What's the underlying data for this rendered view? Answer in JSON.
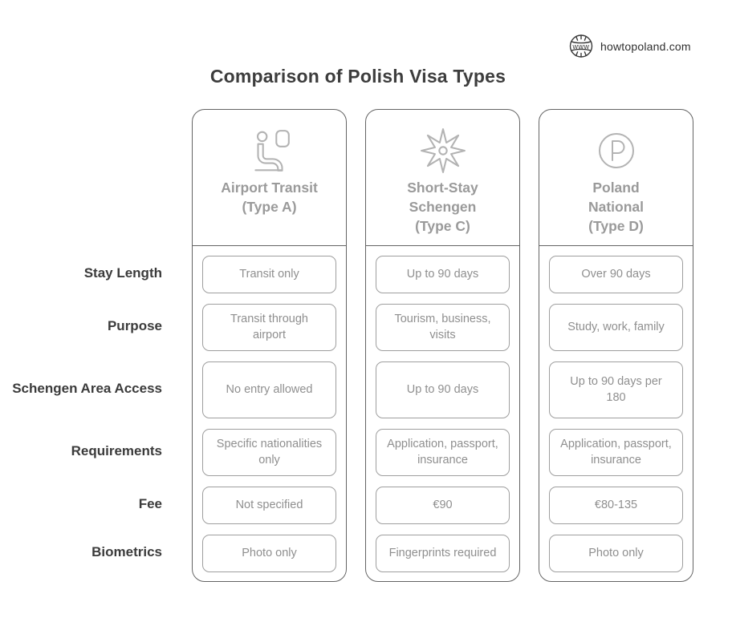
{
  "logo": {
    "icon": "globe-www-icon",
    "text": "howtopoland.com"
  },
  "title": "Comparison of Polish Visa Types",
  "colors": {
    "title_text": "#3d3d3d",
    "row_label_text": "#3b3b3b",
    "column_title_text": "#9a9a9a",
    "cell_text": "#8f8f8f",
    "card_border": "#646464",
    "cell_border": "#9e9e9e",
    "icon_stroke": "#b3b3b3",
    "background": "#ffffff"
  },
  "rows": [
    {
      "label": "Stay Length"
    },
    {
      "label": "Purpose"
    },
    {
      "label": "Schengen Area Access"
    },
    {
      "label": "Requirements"
    },
    {
      "label": "Fee"
    },
    {
      "label": "Biometrics"
    }
  ],
  "columns": [
    {
      "icon": "airplane-seat-icon",
      "title_lines": [
        "Airport Transit",
        "(Type A)",
        ""
      ],
      "cells": [
        "Transit only",
        "Transit through airport",
        "No entry allowed",
        "Specific nationalities only",
        "Not specified",
        "Photo only"
      ]
    },
    {
      "icon": "schengen-star-icon",
      "title_lines": [
        "Short-Stay",
        "Schengen",
        "(Type C)"
      ],
      "cells": [
        "Up to 90 days",
        "Tourism, business, visits",
        "Up to 90 days",
        "Application, passport, insurance",
        "€90",
        "Fingerprints required"
      ]
    },
    {
      "icon": "poland-p-circle-icon",
      "title_lines": [
        "Poland",
        "National",
        "(Type D)"
      ],
      "cells": [
        "Over 90 days",
        "Study, work, family",
        "Up to 90 days per 180",
        "Application, passport, insurance",
        "€80-135",
        "Photo only"
      ]
    }
  ]
}
